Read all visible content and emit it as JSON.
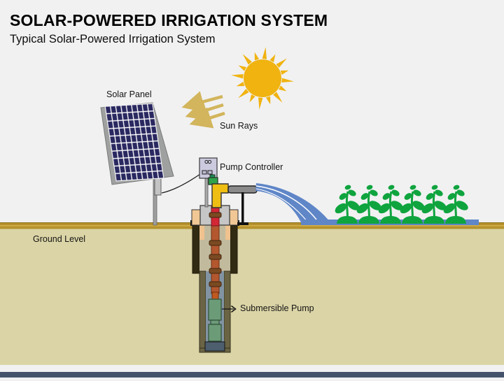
{
  "slide": {
    "title": "SOLAR-POWERED IRRIGATION SYSTEM",
    "subtitle": "Typical Solar-Powered Irrigation System"
  },
  "labels": {
    "solar_panel": "Solar Panel",
    "sun_rays": "Sun Rays",
    "pump_controller": "Pump Controller",
    "ground_level": "Ground Level",
    "submersible_pump": "Submersible Pump"
  },
  "colors": {
    "background": "#F1F1F2",
    "sun": "#F0B310",
    "sun_ray_arrows": "#D2B55C",
    "solar_panel_cells": "#2A2860",
    "water": "#5F86C7",
    "plants": "#0FA43E",
    "ground_line": "#B6922E",
    "soil": "#DBD4A6",
    "footer_bar": "#45526B"
  }
}
